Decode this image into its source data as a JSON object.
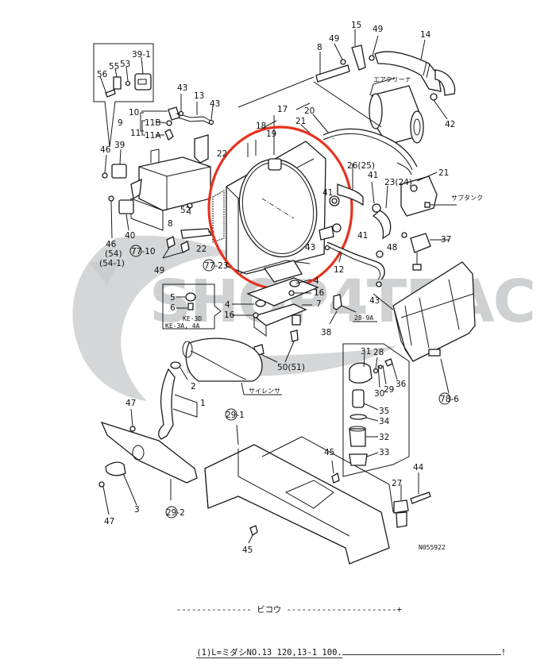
{
  "diagram": {
    "type": "exploded-parts-diagram",
    "subject": "Radiator / cooling, air cleaner, muffler and fuel filter assembly",
    "drawing_number": "N055922",
    "watermark": "SHOP4TRAC",
    "highlight": {
      "shape": "ellipse",
      "color": "#e8321e",
      "target": "radiator (items 17-22)"
    },
    "callouts": {
      "c56": "56",
      "c55": "55",
      "c53": "53",
      "c39_1": "39-1",
      "c43a": "43",
      "c13": "13",
      "c43b": "43",
      "c10": "10",
      "c9": "9",
      "c11B": "11B",
      "c11": "11",
      "c11A": "11A",
      "c46a": "46",
      "c39": "39",
      "c40": "40",
      "c46b": "46",
      "c54": "(54)",
      "c54_1": "(54-1)",
      "c77_10": "77-10",
      "c8b": "8",
      "c49b": "49",
      "c52": "52",
      "c22a": "22",
      "c22b": "22",
      "c77_23": "77-23",
      "c8": "8",
      "c49a": "49",
      "c15": "15",
      "c49c": "49",
      "c14": "14",
      "c42": "42",
      "c17": "17",
      "c18": "18",
      "c19": "19",
      "c20": "20",
      "c21a": "21",
      "c26": "26(25)",
      "c41a": "41",
      "c23": "23(24)",
      "c21b": "21",
      "c41b": "41",
      "c48": "48",
      "c37": "37",
      "c43c": "43",
      "c12": "12",
      "c43d": "43",
      "c4a": "4",
      "c16a": "16",
      "c7": "7",
      "c4b": "4",
      "c16b": "16",
      "c5": "5",
      "c6": "6",
      "c38": "38",
      "c50": "50(51)",
      "c31": "31",
      "c28": "28",
      "c30": "30",
      "c29": "29",
      "c36": "36",
      "c35": "35",
      "c34": "34",
      "c32": "32",
      "c33": "33",
      "c78_6": "78-6",
      "c2": "2",
      "c1": "1",
      "c47a": "47",
      "c47b": "47",
      "c3": "3",
      "c29_2": "29-2",
      "c29_1": "29-1",
      "c45a": "45",
      "c45b": "45",
      "c44": "44",
      "c27": "27"
    },
    "inset_note": {
      "line1": "KE-3D",
      "line2": "KE-3A, 4A"
    },
    "jp_labels": {
      "air_cleaner": "エアクリーナ",
      "sub_tank": "サブタンク",
      "silencer": "サイレンサ",
      "ref": "28-9A"
    }
  },
  "footer": {
    "header": "--------------- ビコウ ----------------------+",
    "note": "(1)L=ミダシNO.13 120,13-1 100.",
    "note_end": "!"
  }
}
